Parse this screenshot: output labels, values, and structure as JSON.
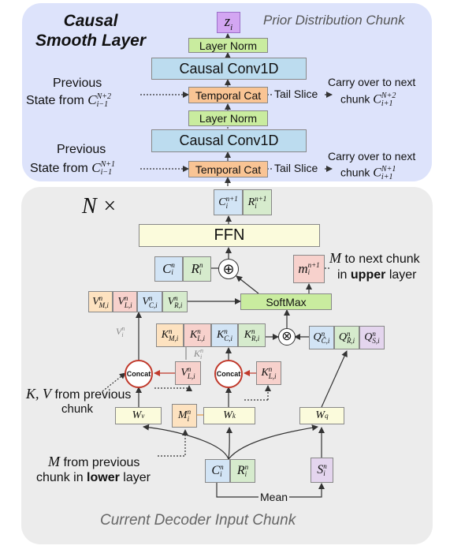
{
  "prior": {
    "panel_title": "Causal Smooth Layer",
    "chunk_label": "Prior Distribution Chunk",
    "z": "z",
    "z_sub": "i",
    "layer_norm": "Layer Norm",
    "causal_conv": "Causal Conv1D",
    "temporal_cat": "Temporal Cat",
    "tail_slice": "Tail Slice",
    "prev_state_word": "Previous",
    "state_from": "State from",
    "carry_over": "Carry over to next",
    "chunk_word": "chunk",
    "sup_top": "N+2",
    "sup_bottom": "N+1",
    "prev_sub": "i−1",
    "next_sub": "i+1"
  },
  "decoder": {
    "repeat": "N ×",
    "ffn": "FFN",
    "softmax": "SoftMax",
    "concat": "Concat",
    "m_next_chunk": "to next chunk",
    "in_word": "in",
    "upper": "upper",
    "layer_word": "layer",
    "kv_from_previous": "from previous",
    "kv_chunk": "chunk",
    "m_from_previous": "from previous",
    "m_chunk_in": "chunk in",
    "lower": "lower",
    "mean": "Mean",
    "footer": "Current Decoder Input Chunk"
  },
  "colors": {
    "prior_bg": "#dde3fb",
    "decoder_bg": "#ececec",
    "layer_norm": "#c9ec9f",
    "causal_conv": "#bcdcef",
    "temporal_cat": "#f9c494",
    "z_box": "#d3a6f2",
    "ffn": "#fbfbdc",
    "softmax": "#c9ec9f",
    "orange": "#fde2c0",
    "red": "#f7d1cc",
    "blue": "#d2e4f5",
    "green": "#d6ebcd",
    "purple": "#e4d5ee",
    "weight": "#fbfbdc",
    "concat_border": "#c0392b"
  }
}
